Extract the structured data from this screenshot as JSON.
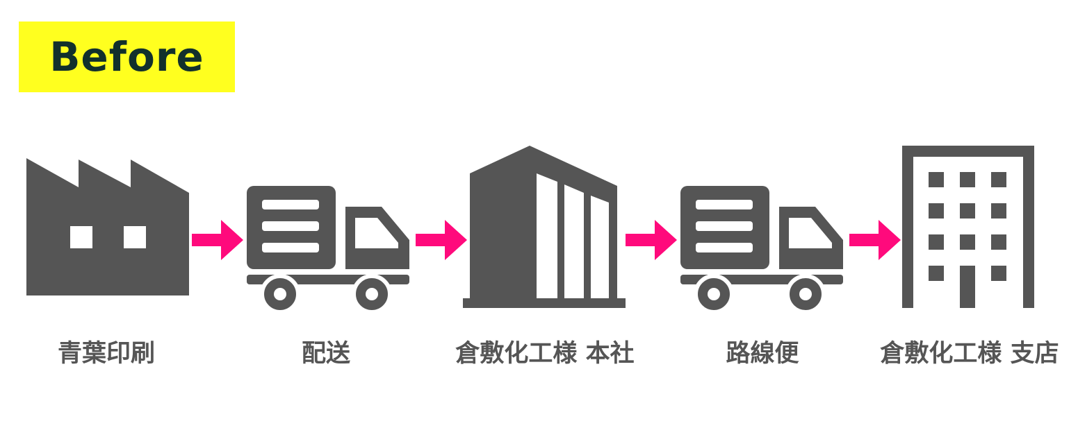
{
  "badge": {
    "label": "Before",
    "background": "#ffff1f",
    "text_color": "#12302c"
  },
  "colors": {
    "icon": "#555555",
    "arrow": "#ff0a7c",
    "caption": "#555555"
  },
  "flow": [
    {
      "icon": "factory-icon",
      "caption": "青葉印刷"
    },
    {
      "icon": "truck-icon",
      "caption": "配送"
    },
    {
      "icon": "warehouse-icon",
      "caption": "倉敷化工様 本社"
    },
    {
      "icon": "truck-icon",
      "caption": "路線便"
    },
    {
      "icon": "office-building-icon",
      "caption": "倉敷化工様 支店"
    }
  ]
}
